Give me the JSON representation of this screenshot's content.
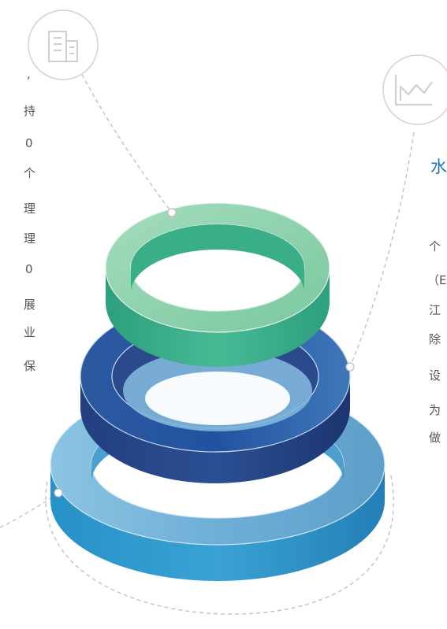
{
  "left_text_fragments": [
    ",",
    "持",
    "0",
    "个",
    "理",
    "理",
    "0",
    "展",
    "业",
    "保"
  ],
  "right_heading": "水",
  "right_text_fragments": [
    "个",
    "（E",
    "江",
    "除",
    "设",
    "为",
    "做"
  ],
  "icons": {
    "top": "building-icon",
    "right": "factory-chart-icon"
  },
  "colors": {
    "ring_top": "#7fcfa5",
    "ring_top_side": "#35a987",
    "ring_mid": "#2f64a8",
    "ring_mid_side": "#1c3f80",
    "ring_bottom": "#74b4d9",
    "ring_bottom_side": "#2a8fc6",
    "heading": "#1f73b7",
    "body_text": "#555555",
    "connector": "#bdbdbd"
  }
}
